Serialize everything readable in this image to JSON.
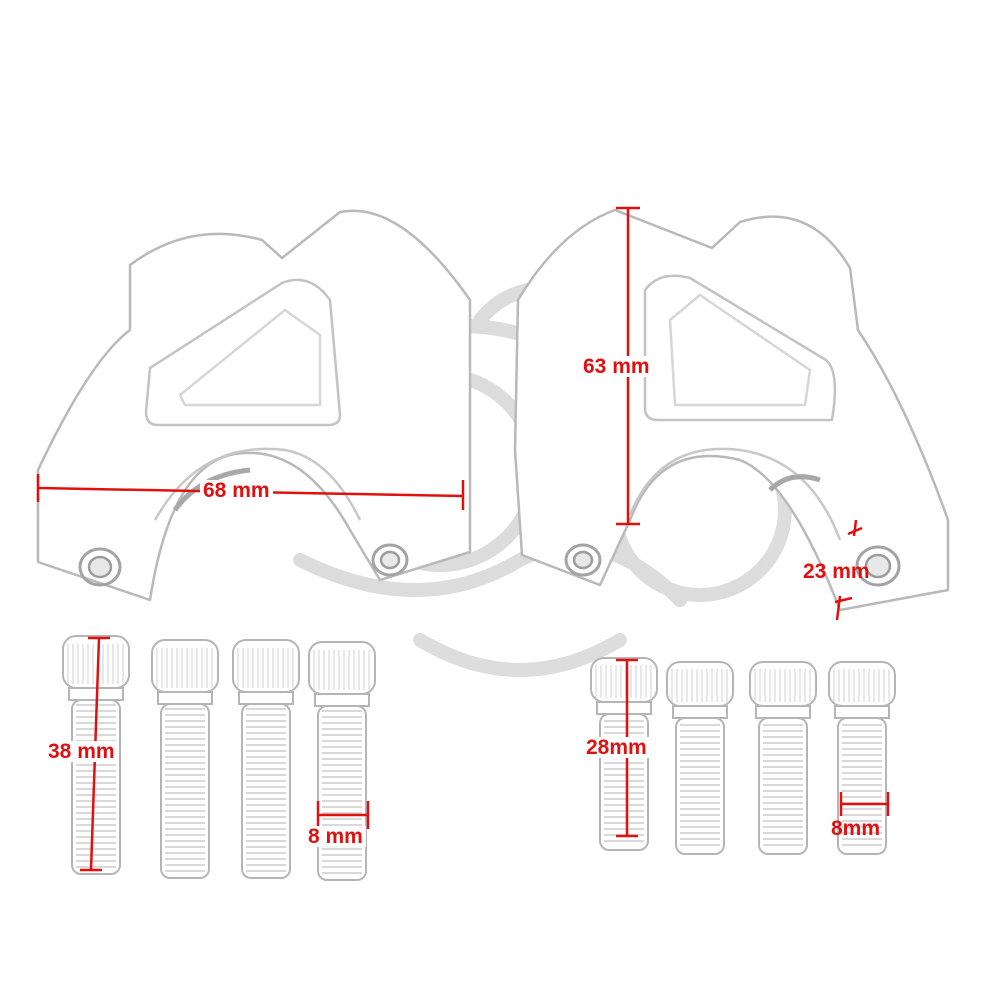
{
  "colors": {
    "dimension": "#e01010",
    "outline": "#b9b9b9",
    "watermark": "#d2d2d2"
  },
  "icons": {
    "watermark": "motorcycle-rider-watermark",
    "riser": "handlebar-riser-clamp",
    "bolt": "hex-socket-bolt"
  },
  "dimensions": {
    "riser_width": "68 mm",
    "riser_height": "63 mm",
    "riser_depth": "23 mm",
    "long_bolt_length": "38 mm",
    "long_bolt_thread": "8 mm",
    "short_bolt_length": "28mm",
    "short_bolt_thread": "8mm"
  }
}
